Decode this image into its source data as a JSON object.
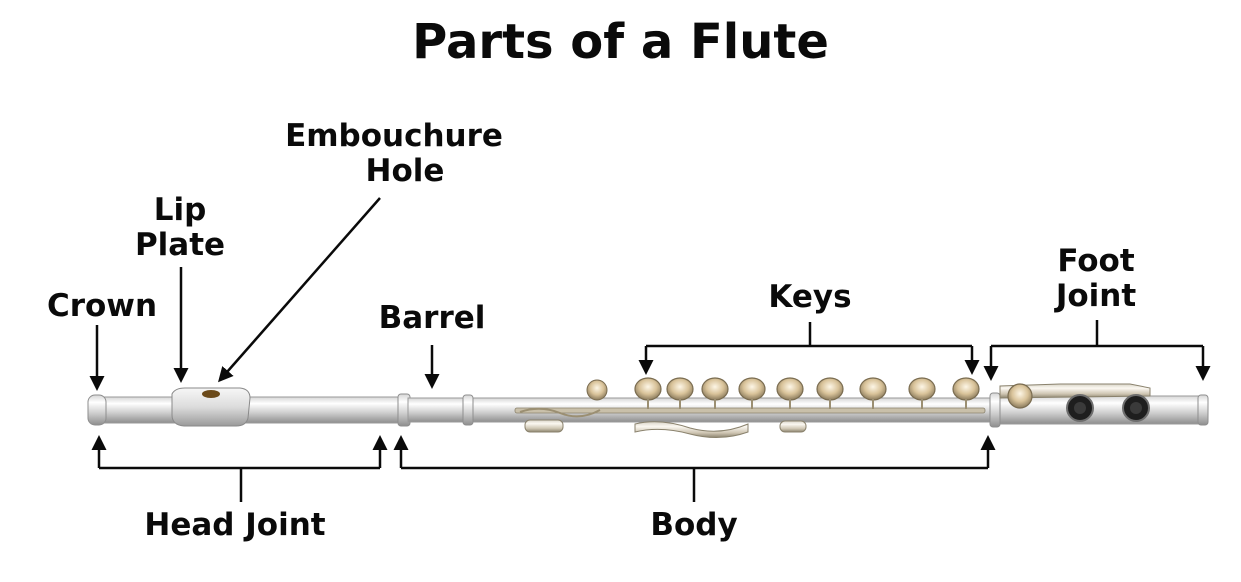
{
  "title": "Parts of a Flute",
  "labels": {
    "crown": "Crown",
    "lip_plate_1": "Lip",
    "lip_plate_2": "Plate",
    "embouchure_1": "Embouchure",
    "embouchure_2": "Hole",
    "barrel": "Barrel",
    "keys": "Keys",
    "foot_joint_1": "Foot",
    "foot_joint_2": "Joint",
    "head_joint": "Head Joint",
    "body": "Body"
  },
  "colors": {
    "text": "#0a0a0a",
    "silver_light": "#f4f4f4",
    "silver_mid": "#c9c9c9",
    "silver_dark": "#8a8a8a",
    "gold_accent": "#c8a25a",
    "pad_dark": "#1e1e1e"
  }
}
